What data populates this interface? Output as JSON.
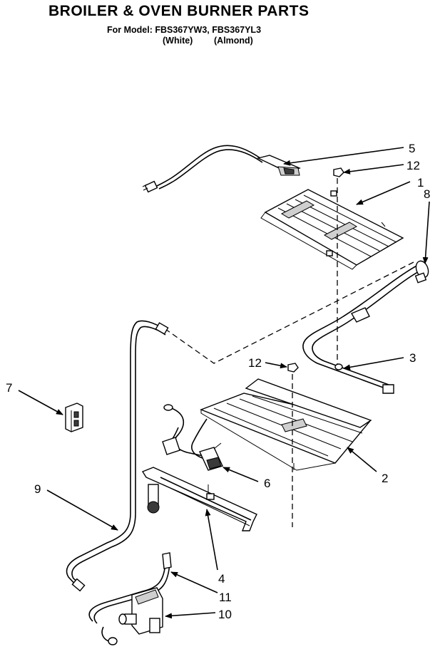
{
  "header": {
    "title": "BROILER & OVEN BURNER PARTS",
    "model_line": "For Model: FBS367YW3, FBS367YL3",
    "variant_white": "(White)",
    "variant_almond": "(Almond)"
  },
  "callouts": {
    "c1": "1",
    "c2": "2",
    "c3": "3",
    "c4": "4",
    "c5": "5",
    "c6": "6",
    "c7": "7",
    "c8": "8",
    "c9": "9",
    "c10": "10",
    "c11": "11",
    "c12a": "12",
    "c12b": "12"
  },
  "icons": {
    "arrow": "arrow-icon",
    "nut": "nut-icon"
  }
}
